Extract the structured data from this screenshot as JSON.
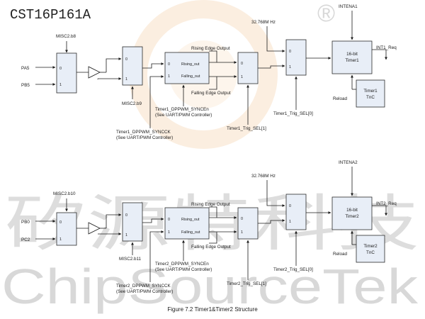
{
  "header": {
    "part_number": "CST16P161A"
  },
  "watermark": {
    "brand_cn": "矽源特科技",
    "brand_en": "ChipSourceTek",
    "registered_mark": "®"
  },
  "timer1": {
    "pin_a": "PA5",
    "pin_b": "PB5",
    "sel_mux1": "MISC2.b8",
    "sel_mux2": "MISC2.b9",
    "sync_clk_line1": "Timer1_DPPWM_SYNCCK",
    "sync_clk_line2": "(See UART/PWM Controller)",
    "sync_en_line1": "Timer1_DPPWM_SYNCEn",
    "sync_en_line2": "(See UART/PWM Controller)",
    "rising_output": "Rising Edge Output",
    "falling_output": "Falling Edge Output",
    "rising_port": "Rising_out",
    "falling_port": "Falling_out",
    "trig_sel1": "Timer1_Trig_SEL[1]",
    "trig_sel0": "Timer1_Trig_SEL[0]",
    "clock": "32.768M Hz",
    "enable": "INTENA1",
    "counter_line1": "16-bit",
    "counter_line2": "Timer1",
    "interrupt": "INT1_Req",
    "reload": "Reload",
    "tnc_line1": "Timer1",
    "tnc_line2": "TnC"
  },
  "timer2": {
    "pin_a": "PB0",
    "pin_b": "PC2",
    "sel_mux1": "MISC2.b10",
    "sel_mux2": "MISC2.b11",
    "sync_clk_line1": "Timer2_DPPWM_SYNCCK",
    "sync_clk_line2": "(See UART/PWM Controller)",
    "sync_en_line1": "Timer2_DPPWM_SYNCEn",
    "sync_en_line2": "(See UART/PWM Controller)",
    "rising_output": "Rising Edge Output",
    "falling_output": "Falling Edge Output",
    "rising_port": "Rising_out",
    "falling_port": "Falling_out",
    "trig_sel1": "Timer2_Trig_SEL[1]",
    "trig_sel0": "Timer2_Trig_SEL[0]",
    "clock": "32.768M Hz",
    "enable": "INTENA2",
    "counter_line1": "16-bit",
    "counter_line2": "Timer2",
    "interrupt": "INT2_Req",
    "reload": "Reload",
    "tnc_line1": "Timer2",
    "tnc_line2": "TnC"
  },
  "mux_ports": {
    "zero": "0",
    "one": "1"
  },
  "caption": "Figure 7.2 Timer1&Timer2 Structure"
}
